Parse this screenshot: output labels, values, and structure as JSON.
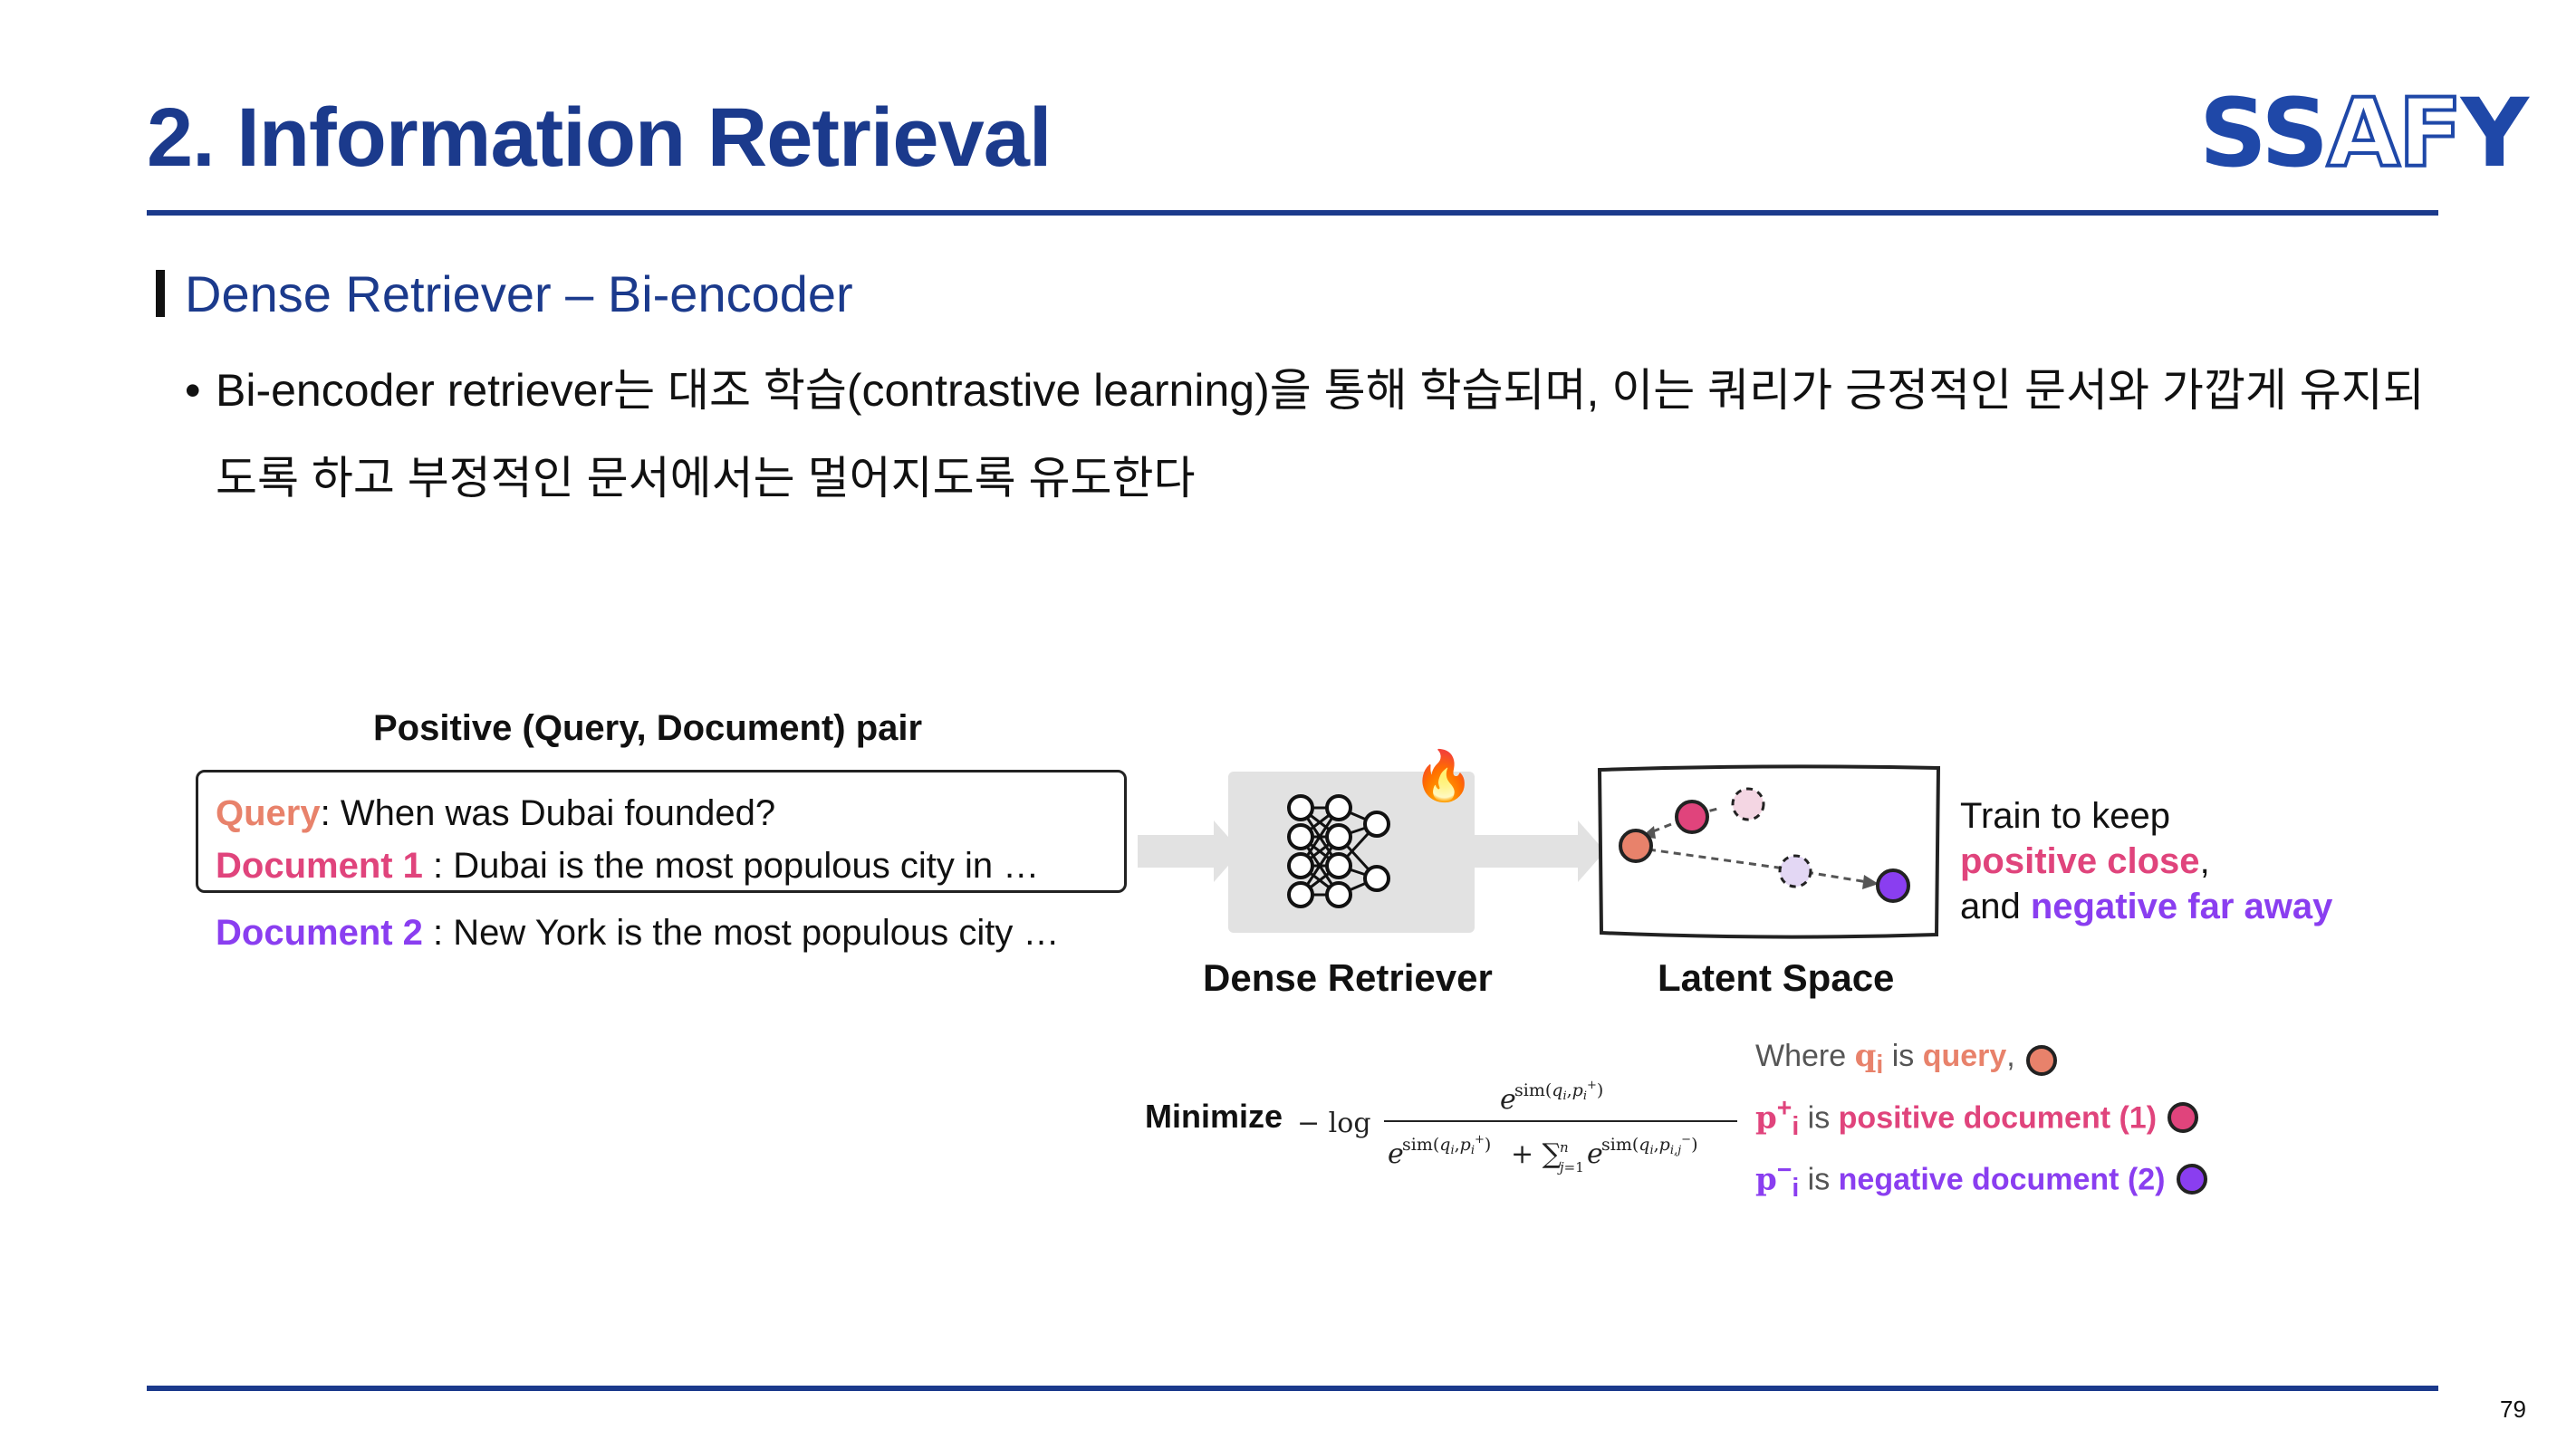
{
  "slide": {
    "title": "2. Information Retrieval",
    "logo": {
      "part1": "SS",
      "part2": "AF",
      "part3": "Y"
    },
    "page_number": "79"
  },
  "section": {
    "heading": "Dense Retriever – Bi-encoder",
    "bullet": "Bi-encoder retriever는 대조 학습(contrastive learning)을 통해 학습되며, 이는 쿼리가 긍정적인 문서와 가깝게 유지되도록 하고 부정적인 문서에서는 멀어지도록 유도한다"
  },
  "diagram": {
    "pair_title": "Positive (Query, Document) pair",
    "query": {
      "label": "Query",
      "text": ": When was Dubai founded?"
    },
    "doc1": {
      "label": "Document 1",
      "text": " : Dubai is the most populous city in  …"
    },
    "doc2": {
      "label": "Document 2",
      "text": " : New York is the most populous city …"
    },
    "retriever_label": "Dense Retriever",
    "latent_label": "Latent Space",
    "train": {
      "line1": "Train to keep",
      "positive": "positive close",
      "comma": ",",
      "and": "and ",
      "negative": "negative far away"
    },
    "minimize_label": "Minimize",
    "legend": {
      "where": "Where ",
      "q_sym": "q",
      "q_sub": "i",
      "is1": " is ",
      "query_word": "query",
      "comma": ",",
      "p_sym": "p",
      "p_pos_sup": "+",
      "p_sub": "i",
      "is2": " is ",
      "positive_doc": "positive document (1)",
      "p_neg_sup": "−",
      "is3": " is ",
      "negative_doc": "negative document (2)"
    },
    "colors": {
      "query": "#e8826b",
      "positive": "#e0447c",
      "negative": "#8a3ef0",
      "title": "#1b3a8c"
    },
    "icons": [
      "flame-icon",
      "neural-network-icon",
      "query-dot-icon",
      "positive-dot-icon",
      "negative-dot-icon"
    ]
  }
}
